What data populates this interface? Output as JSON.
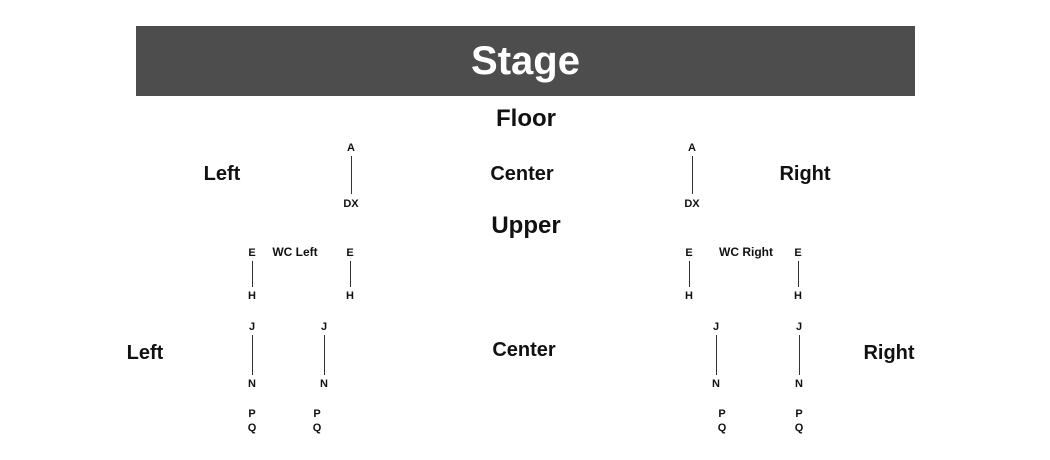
{
  "stage": {
    "label": "Stage"
  },
  "floor": {
    "title": "Floor",
    "left_label": "Left",
    "center_label": "Center",
    "right_label": "Right",
    "left_aisle": {
      "top": "A",
      "bottom": "DX"
    },
    "right_aisle": {
      "top": "A",
      "bottom": "DX"
    }
  },
  "upper": {
    "title": "Upper",
    "left_label": "Left",
    "center_label": "Center",
    "right_label": "Right",
    "wc_left": {
      "label": "WC Left",
      "aisle_1": {
        "top": "E",
        "bottom": "H"
      },
      "aisle_2": {
        "top": "E",
        "bottom": "H"
      }
    },
    "wc_right": {
      "label": "WC Right",
      "aisle_1": {
        "top": "E",
        "bottom": "H"
      },
      "aisle_2": {
        "top": "E",
        "bottom": "H"
      }
    },
    "left_aisles": [
      {
        "top": "J",
        "bottom": "N",
        "row_1": "P",
        "row_2": "Q"
      },
      {
        "top": "J",
        "bottom": "N",
        "row_1": "P",
        "row_2": "Q"
      }
    ],
    "right_aisles": [
      {
        "top": "J",
        "bottom": "N",
        "row_1": "P",
        "row_2": "Q"
      },
      {
        "top": "J",
        "bottom": "N",
        "row_1": "P",
        "row_2": "Q"
      }
    ]
  }
}
